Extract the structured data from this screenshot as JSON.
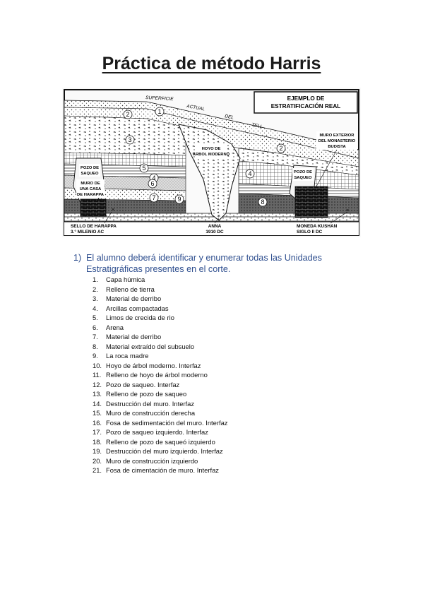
{
  "title": "Práctica de método Harris",
  "figure": {
    "box_title_line1": "EJEMPLO DE",
    "box_title_line2": "ESTRATIFICACIÓN REAL",
    "surface_words": [
      "SUPERFICIE",
      "ACTUAL",
      "DEL",
      "TELL"
    ],
    "layer_numbers": [
      "1",
      "2",
      "2",
      "3",
      "4",
      "4",
      "5",
      "6",
      "7",
      "8",
      "9"
    ],
    "labels": {
      "hole_line1": "HOYO DE",
      "hole_line2": "ÁRBOL MODERNO",
      "pozo_left_line1": "POZO DE",
      "pozo_left_line2": "SAQUEO",
      "wall_left_line1": "MURO DE",
      "wall_left_line2": "UNA CASA",
      "wall_left_line3": "DE HARAPPA",
      "wall_right_line1": "MURO EXTERIOR",
      "wall_right_line2": "DEL MONASTERIO",
      "wall_right_line3": "BUDISTA",
      "pozo_right_line1": "POZO DE",
      "pozo_right_line2": "SAQUEO",
      "seal_line1": "SELLO DE HARAPPA",
      "seal_line2": "3.° MILENIO AC",
      "anna_line1": "ANNA",
      "anna_line2": "1910 DC",
      "coin_line1": "MONEDA KUSHAN",
      "coin_line2": "SIGLO II DC"
    }
  },
  "question": {
    "number": "1)",
    "text": "El alumno deberá identificar y enumerar todas las Unidades Estratigráficas presentes en el corte."
  },
  "units": [
    {
      "n": "1.",
      "label": "Capa húmica"
    },
    {
      "n": "2.",
      "label": "Relleno de tierra"
    },
    {
      "n": "3.",
      "label": "Material de derribo"
    },
    {
      "n": "4.",
      "label": "Arcillas compactadas"
    },
    {
      "n": "5.",
      "label": "Limos de crecida de rio"
    },
    {
      "n": "6.",
      "label": "Arena"
    },
    {
      "n": "7.",
      "label": "Material de derribo"
    },
    {
      "n": "8.",
      "label": "Material extraído del subsuelo"
    },
    {
      "n": "9.",
      "label": "La roca madre"
    },
    {
      "n": "10.",
      "label": "Hoyo de árbol moderno. Interfaz"
    },
    {
      "n": "11.",
      "label": "Relleno de hoyo de árbol moderno"
    },
    {
      "n": "12.",
      "label": "Pozo de saqueo. Interfaz"
    },
    {
      "n": "13.",
      "label": "Relleno de pozo de saqueo"
    },
    {
      "n": "14.",
      "label": "Destrucción del muro. Interfaz"
    },
    {
      "n": "15.",
      "label": "Muro de construcción derecha"
    },
    {
      "n": "16.",
      "label": "Fosa de sedimentación del muro. Interfaz"
    },
    {
      "n": "17.",
      "label": "Pozo de saqueo izquierdo. Interfaz"
    },
    {
      "n": "18.",
      "label": "Relleno de pozo de saqueó izquierdo"
    },
    {
      "n": "19.",
      "label": "Destrucción del muro izquierdo. Interfaz"
    },
    {
      "n": "20.",
      "label": "Muro de construcción izquierdo"
    },
    {
      "n": "21.",
      "label": "Fosa de cimentación de muro. Interfaz"
    }
  ]
}
